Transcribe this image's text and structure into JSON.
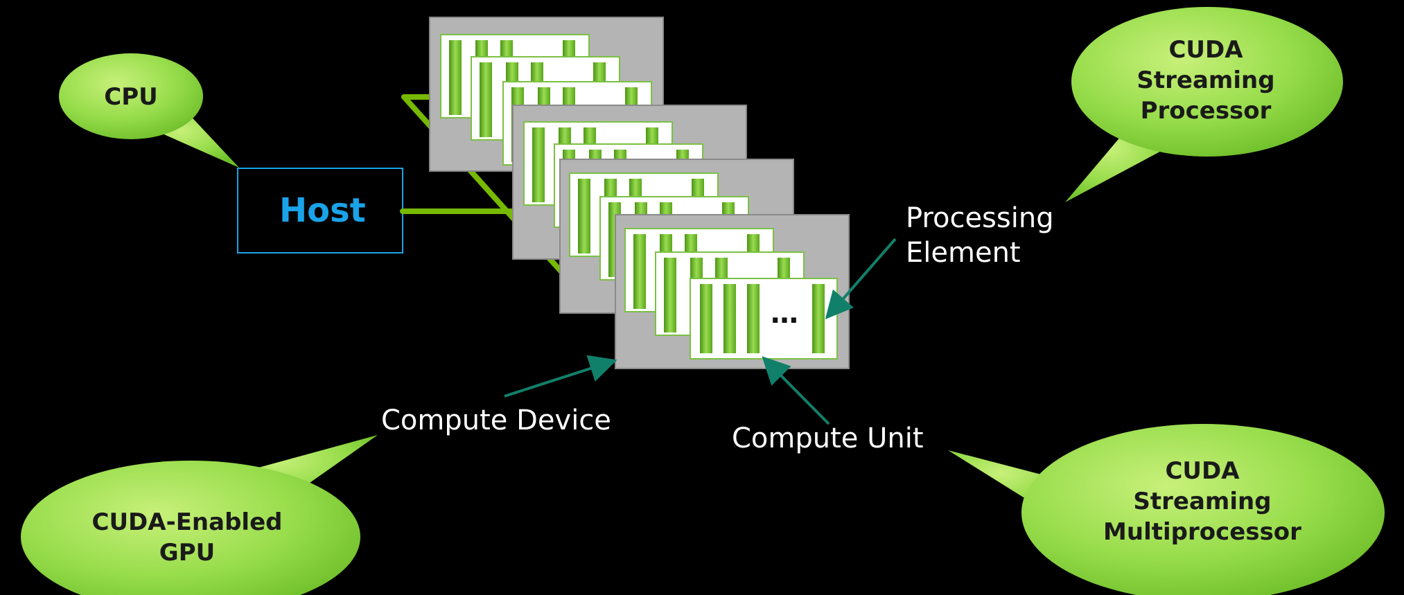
{
  "bubbles": {
    "cpu": "CPU",
    "sp_line1": "CUDA",
    "sp_line2": "Streaming",
    "sp_line3": "Processor",
    "gpu_line1": "CUDA-Enabled",
    "gpu_line2": "GPU",
    "sm_line1": "CUDA",
    "sm_line2": "Streaming",
    "sm_line3": "Multiprocessor"
  },
  "labels": {
    "host": "Host",
    "processing_element_line1": "Processing",
    "processing_element_line2": "Element",
    "compute_device": "Compute Device",
    "compute_unit": "Compute Unit",
    "ellipsis": "…"
  },
  "colors": {
    "background": "#000000",
    "bubble_fill": "#8ed84a",
    "bubble_text": "#1a1a1a",
    "host_text": "#1aa3e8",
    "host_border": "#1aa3e8",
    "connector_green": "#76b900",
    "pointer_teal": "#11806a",
    "device_panel": "#b4b4b4",
    "unit_panel": "#ffffff",
    "element_bar": "#6fbf2a"
  }
}
